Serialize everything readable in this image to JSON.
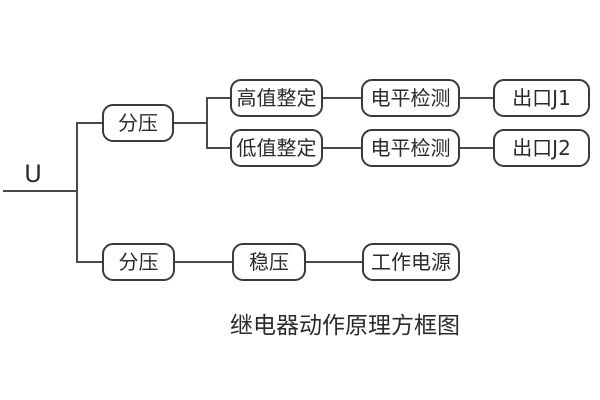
{
  "diagram": {
    "input_label": "U",
    "caption": "继电器动作原理方框图",
    "nodes": {
      "divider_top": "分压",
      "high_setting": "高值整定",
      "level_detect_1": "电平检测",
      "output_j1": "出口J1",
      "low_setting": "低值整定",
      "level_detect_2": "电平检测",
      "output_j2": "出口J2",
      "divider_bottom": "分压",
      "regulator": "稳压",
      "working_power": "工作电源"
    },
    "colors": {
      "background": "#ffffff",
      "line": "#4a4a4a",
      "box_border": "#3a3a3a",
      "text": "#2b2b2b"
    }
  }
}
